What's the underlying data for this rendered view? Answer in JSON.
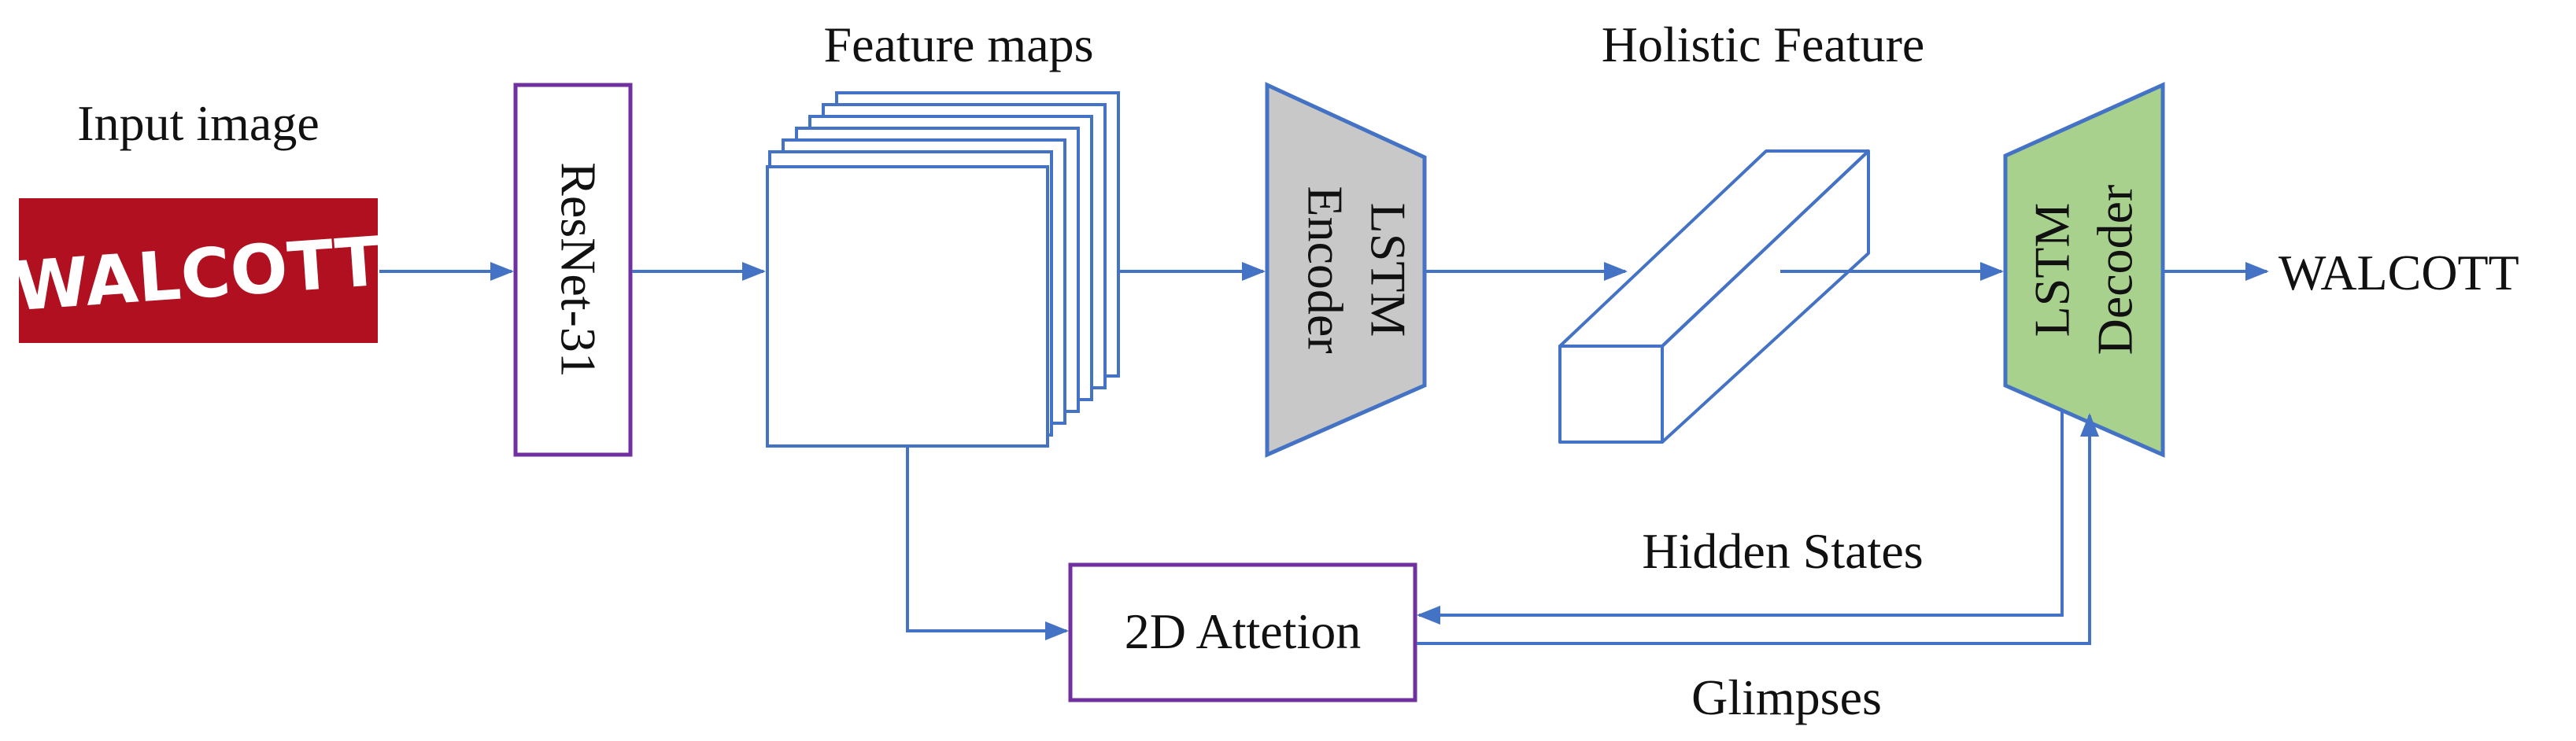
{
  "diagram": {
    "input_label": "Input image",
    "input_word": "WALCOTT",
    "resnet_label": "ResNet-31",
    "feature_maps_label": "Feature maps",
    "encoder_label_line1": "LSTM",
    "encoder_label_line2": "Encoder",
    "holistic_label": "Holistic Feature",
    "decoder_label_line1": "LSTM",
    "decoder_label_line2": "Decoder",
    "output_label": "WALCOTT",
    "attention_label": "2D Attetion",
    "hidden_states_label": "Hidden States",
    "glimpses_label": "Glimpses"
  },
  "colors": {
    "arrow": "#4472c4",
    "box_purple": "#7030a0",
    "encoder_fill": "#c8c8c8",
    "decoder_fill": "#a9d18e",
    "input_bg": "#b01020",
    "input_text": "#ffffff"
  }
}
